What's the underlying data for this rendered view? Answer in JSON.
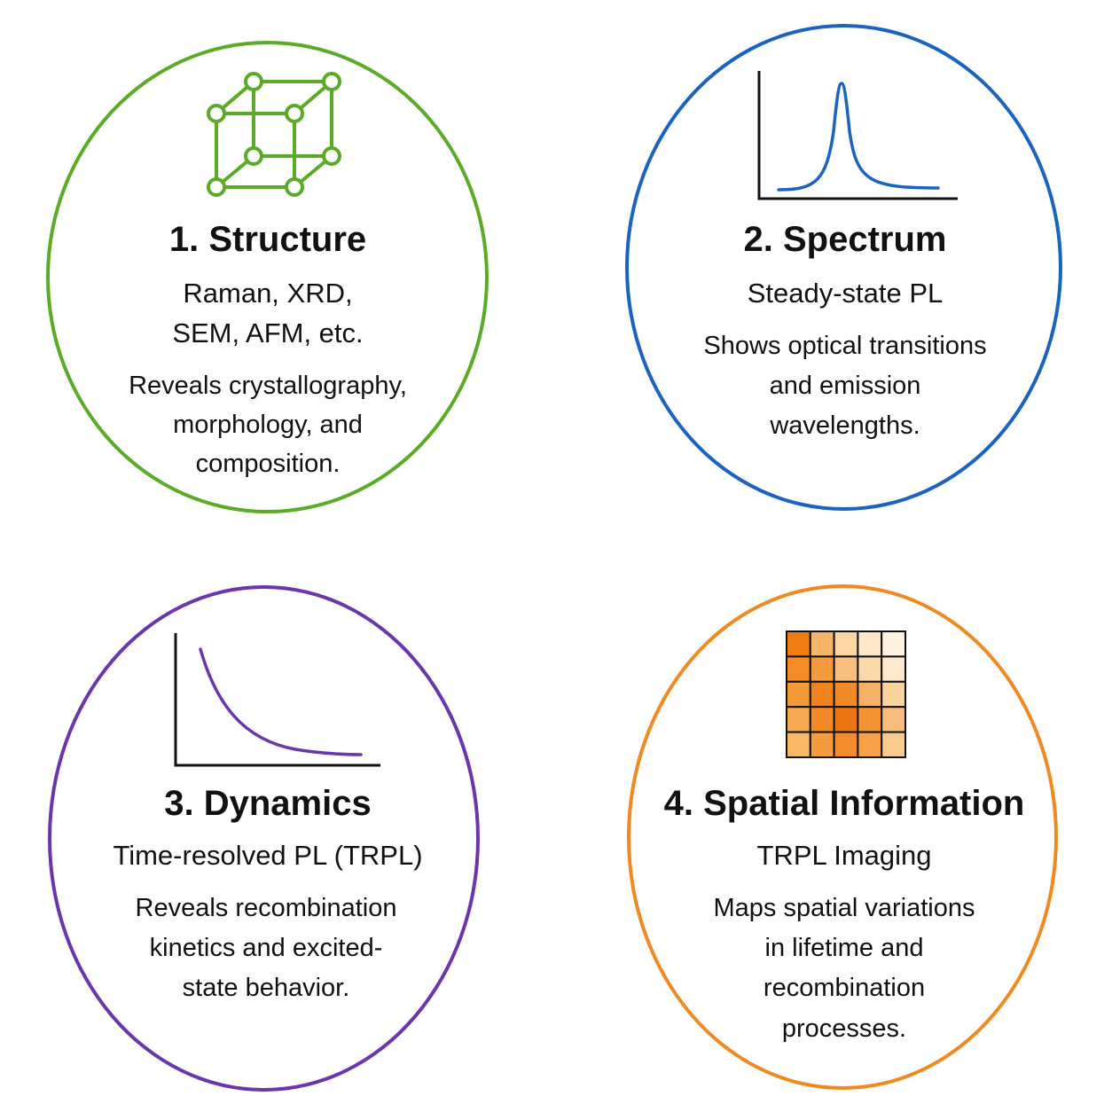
{
  "panels": [
    {
      "title": "1. Structure",
      "method_lines": [
        "Raman, XRD,",
        "SEM, AFM, etc."
      ],
      "description_lines": [
        "Reveals crystallography,",
        "morphology, and",
        "composition."
      ],
      "color": "#5aab25",
      "icon": "crystal-lattice-cube-icon"
    },
    {
      "title": "2. Spectrum",
      "method_lines": [
        "Steady-state PL"
      ],
      "description_lines": [
        "Shows optical transitions",
        "and emission",
        "wavelengths."
      ],
      "color": "#1b63c0",
      "icon": "emission-peak-plot-icon"
    },
    {
      "title": "3. Dynamics",
      "method_lines": [
        "Time-resolved PL (TRPL)"
      ],
      "description_lines": [
        "Reveals recombination",
        "kinetics and excited-",
        "state behavior."
      ],
      "color": "#6a35ad",
      "icon": "decay-curve-plot-icon"
    },
    {
      "title": "4. Spatial Information",
      "method_lines": [
        "TRPL Imaging"
      ],
      "description_lines": [
        "Maps spatial variations",
        "in lifetime and",
        "recombination",
        "processes."
      ],
      "color": "#f08a20",
      "icon": "heatmap-grid-icon",
      "heatmap_colors": [
        [
          "#ee7d13",
          "#f7b56c",
          "#fbd5a2",
          "#fde7c8",
          "#fff3e1"
        ],
        [
          "#f48b25",
          "#f59b3d",
          "#f8bf7e",
          "#fbd9aa",
          "#fee9cd"
        ],
        [
          "#f59a38",
          "#f08220",
          "#f28a2a",
          "#f7b068",
          "#fbd39d"
        ],
        [
          "#f7ab54",
          "#f38a28",
          "#ec7412",
          "#f49436",
          "#f8bd7a"
        ],
        [
          "#f8b764",
          "#f59c3f",
          "#f28b2c",
          "#f7a24b",
          "#fbca8d"
        ]
      ]
    }
  ]
}
